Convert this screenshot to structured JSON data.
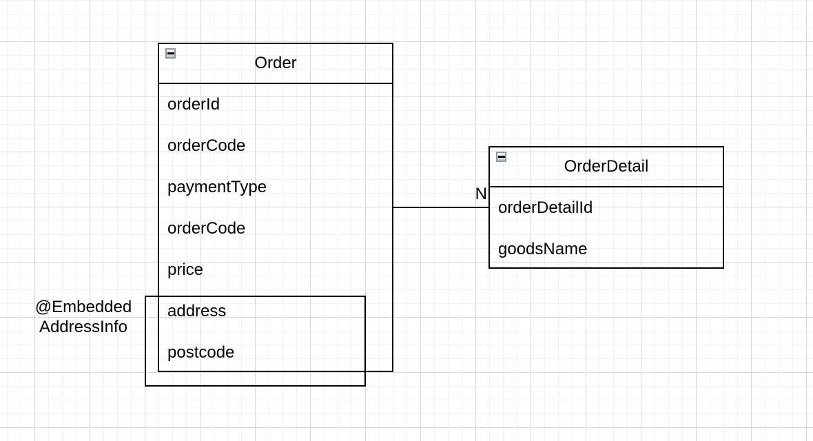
{
  "diagram": {
    "entities": {
      "order": {
        "title": "Order",
        "fields": [
          "orderId",
          "orderCode",
          "paymentType",
          "orderCode",
          "price",
          "address",
          "postcode"
        ]
      },
      "orderDetail": {
        "title": "OrderDetail",
        "fields": [
          "orderDetailId",
          "goodsName"
        ]
      }
    },
    "edge": {
      "label": "N"
    },
    "annotation": {
      "lines": [
        "@Embedded",
        "AddressInfo"
      ]
    },
    "icons": {
      "collapse": "minus-in-square"
    },
    "colors": {
      "shape_stroke": "#000000",
      "text": "#000000",
      "canvas_bg": "#ffffff",
      "grid_minor": "#f1f1f1",
      "grid_major": "#d9d9d9",
      "collapse_border": "#8f96a0"
    }
  }
}
